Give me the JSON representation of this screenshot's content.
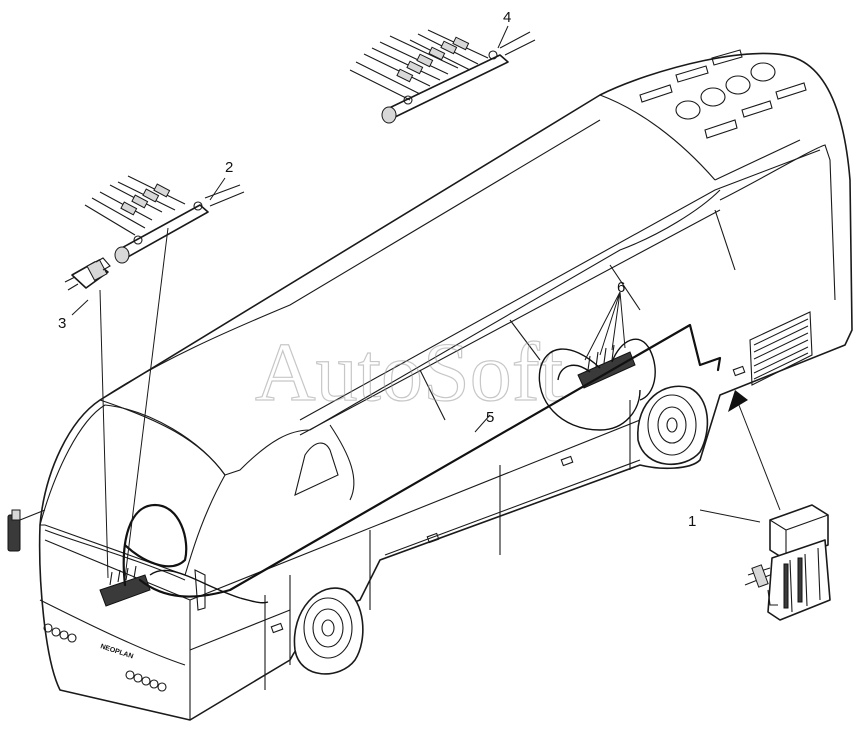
{
  "callouts": [
    {
      "id": "1",
      "label": "1"
    },
    {
      "id": "2",
      "label": "2"
    },
    {
      "id": "3",
      "label": "3"
    },
    {
      "id": "4",
      "label": "4"
    },
    {
      "id": "5",
      "label": "5"
    },
    {
      "id": "6",
      "label": "6"
    }
  ],
  "watermark": "AutoSoft",
  "bus_badge": "NEOPLAN",
  "colors": {
    "ink": "#1a1a1a",
    "paper": "#ffffff",
    "watermark": "#9a9a9a"
  }
}
